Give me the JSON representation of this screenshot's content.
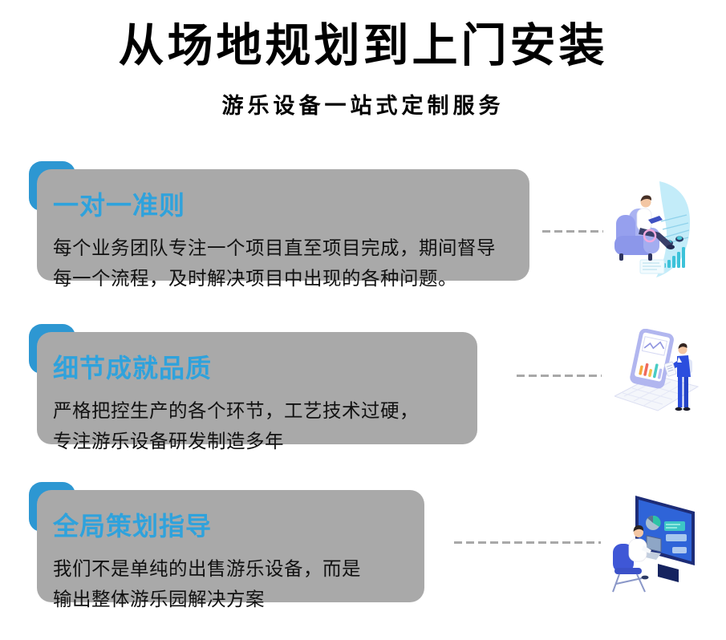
{
  "header": {
    "title": "从场地规划到上门安装",
    "subtitle": "游乐设备一站式定制服务"
  },
  "cards": [
    {
      "title": "一对一准则",
      "body": "每个业务团队专注一个项目直至项目完成，期间督导\n每一个流程，及时解决项目中出现的各种问题。",
      "illustration": "person-reading-report-in-armchair"
    },
    {
      "title": "细节成就品质",
      "body": "严格把控生产的各个环节，工艺技术过硬，\n专注游乐设备研发制造多年",
      "illustration": "engineer-reviewing-chart-tablet"
    },
    {
      "title": "全局策划指导",
      "body": "我们不是单纯的出售游乐设备，而是\n输出整体游乐园解决方案",
      "illustration": "planner-at-large-monitor"
    }
  ],
  "colors": {
    "accent_tab_blue": "#2D97D2",
    "heading_blue": "#2FA2DC",
    "card_gray": "#A9A9A9",
    "body_text": "#111111",
    "dash_gray": "#A8A8A8"
  }
}
